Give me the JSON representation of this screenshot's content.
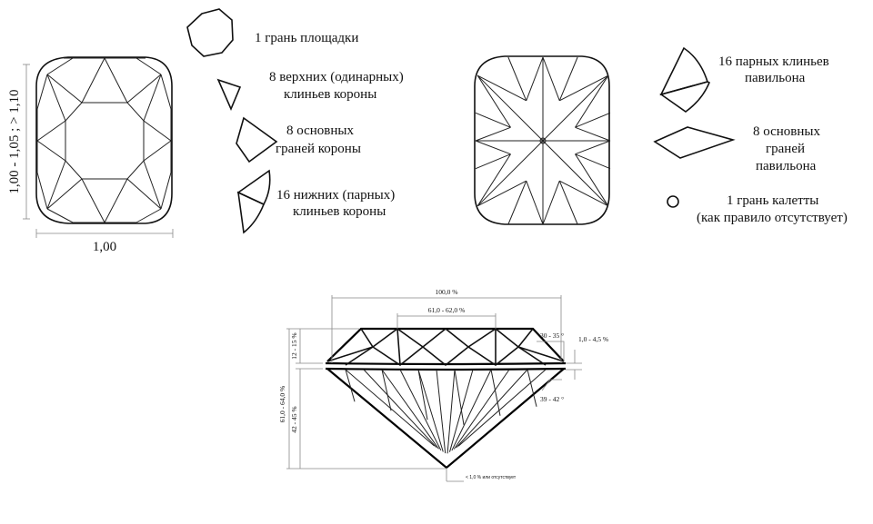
{
  "crown_view": {
    "width_ratio": "1,00",
    "length_ratio": "1,00 - 1,05 ; > 1,10"
  },
  "crown_facets": [
    {
      "lines": [
        "1 грань площадки"
      ],
      "icon": "octagon-table-icon"
    },
    {
      "lines": [
        "8 верхних (одинарных)",
        "клиньев короны"
      ],
      "icon": "triangle-star-facet-icon"
    },
    {
      "lines": [
        "8 основных",
        "граней короны"
      ],
      "icon": "kite-main-crown-icon"
    },
    {
      "lines": [
        "16 нижних (парных)",
        "клиньев короны"
      ],
      "icon": "split-upper-girdle-icon"
    }
  ],
  "pavilion_facets": [
    {
      "lines": [
        "16 парных клиньев",
        "павильона"
      ],
      "icon": "split-lower-girdle-icon"
    },
    {
      "lines": [
        "8 основных",
        "граней",
        "павильона"
      ],
      "icon": "rhombus-pavilion-main-icon"
    },
    {
      "lines": [
        "1 грань калетты",
        "(как правило отсутствует)"
      ],
      "icon": "culet-circle-icon"
    }
  ],
  "profile": {
    "total_width": "100,0 %",
    "table_width": "61,0 - 62,0 %",
    "crown_angle": "30 - 35 °",
    "girdle_thickness": "1,0 - 4,5 %",
    "pavilion_angle": "39 - 42 °",
    "crown_height": "12 - 15 %",
    "total_depth": "61,0 - 64,0 %",
    "pavilion_depth": "42 - 45 %",
    "culet": "< 1,0 % или отсутствует"
  }
}
